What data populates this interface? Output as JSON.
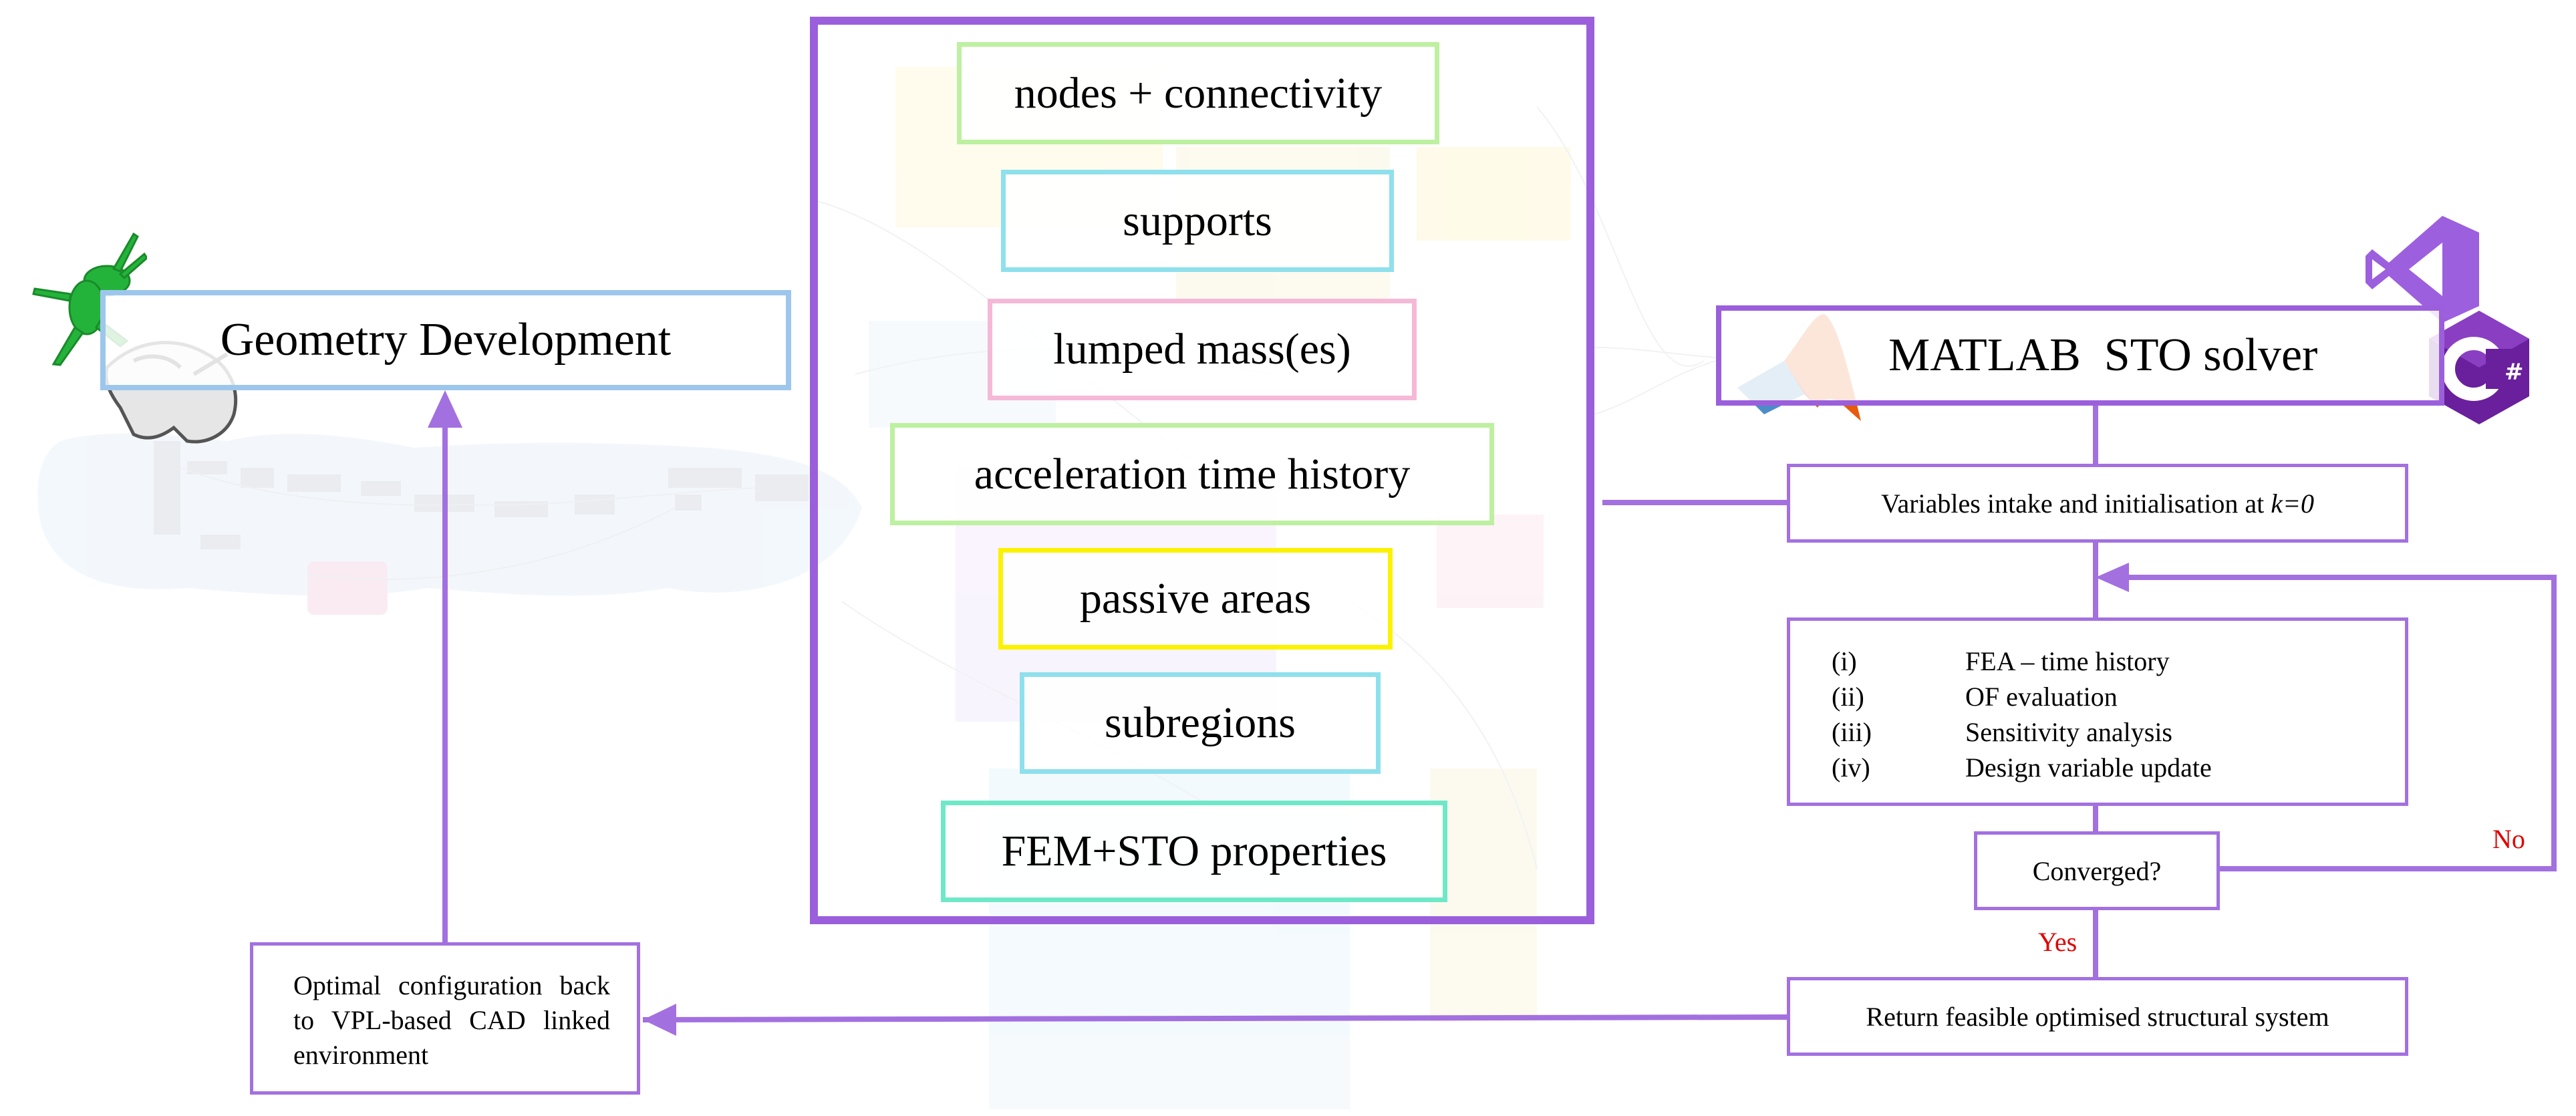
{
  "geometry": {
    "label": "Geometry Development"
  },
  "parameters": {
    "nodes": "nodes + connectivity",
    "supports": "supports",
    "lumped": "lumped mass(es)",
    "acceleration": "acceleration time history",
    "passive": "passive areas",
    "subregions": "subregions",
    "fem": "FEM+STO properties"
  },
  "solver": {
    "title": "MATLAB  STO solver",
    "intake_prefix": "Variables intake and initialisation at ",
    "intake_k": "k=0",
    "loop": [
      {
        "num": "(i)",
        "text": "FEA – time history"
      },
      {
        "num": "(ii)",
        "text": "OF evaluation"
      },
      {
        "num": "(iii)",
        "text": "Sensitivity analysis"
      },
      {
        "num": "(iv)",
        "text": "Design variable update"
      }
    ],
    "converged": "Converged?",
    "no": "No",
    "yes": "Yes",
    "return": "Return feasible optimised structural system"
  },
  "optimal": {
    "text": "Optimal configuration back to VPL-based CAD linked environment"
  },
  "colors": {
    "accent": "#9b5fdc",
    "flow": "#a370e0",
    "geometry_border": "#9dc6ec",
    "decision_label": "#e00000"
  },
  "icons": [
    "grasshopper-icon",
    "rhino-icon",
    "matlab-icon",
    "visual-studio-icon",
    "csharp-icon"
  ]
}
